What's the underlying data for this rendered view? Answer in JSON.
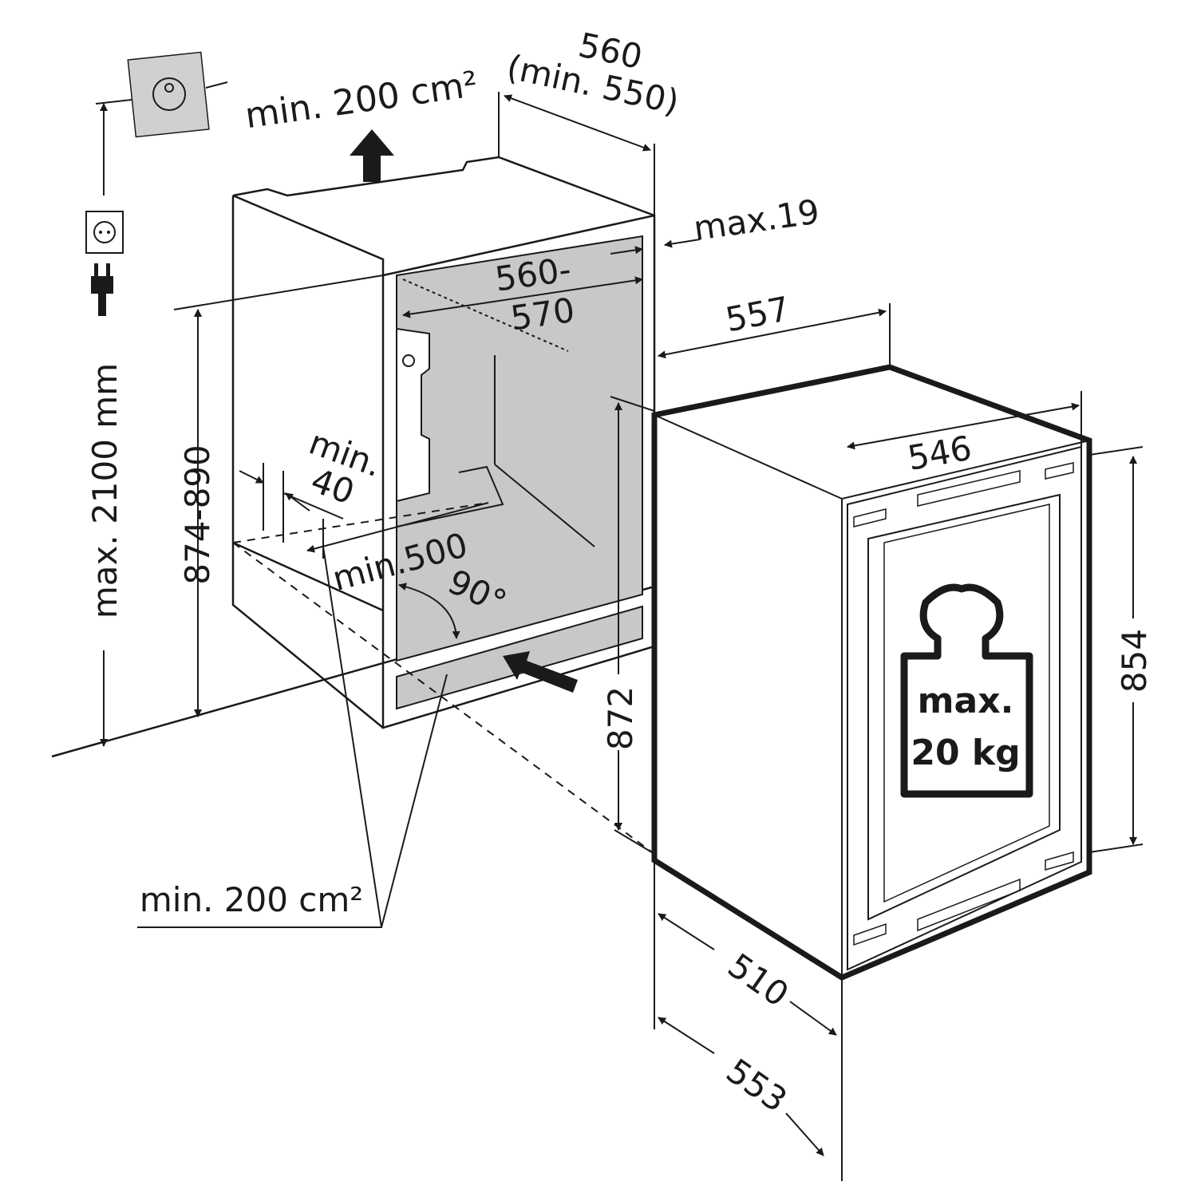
{
  "labels": {
    "width_top": "560",
    "width_top_min": "(min. 550)",
    "vent_top": "min. 200 cm²",
    "max_19": "max.19",
    "niche_width_1": "560-",
    "niche_width_2": "570",
    "appliance_width": "557",
    "door_width": "546",
    "niche_height": "874-890",
    "max_height": "max. 2100 mm",
    "min_40_a": "min.",
    "min_40_b": "40",
    "min_500": "min.500",
    "angle_90": "90°",
    "appliance_height": "872",
    "door_height": "854",
    "vent_bottom": "min. 200 cm²",
    "depth_510": "510",
    "depth_553": "553",
    "weight_1": "max.",
    "weight_2": "20 kg"
  },
  "colors": {
    "line": "#1a1a1a",
    "niche_fill": "#c8c8c8",
    "icon_fill": "#d0d0d0"
  }
}
